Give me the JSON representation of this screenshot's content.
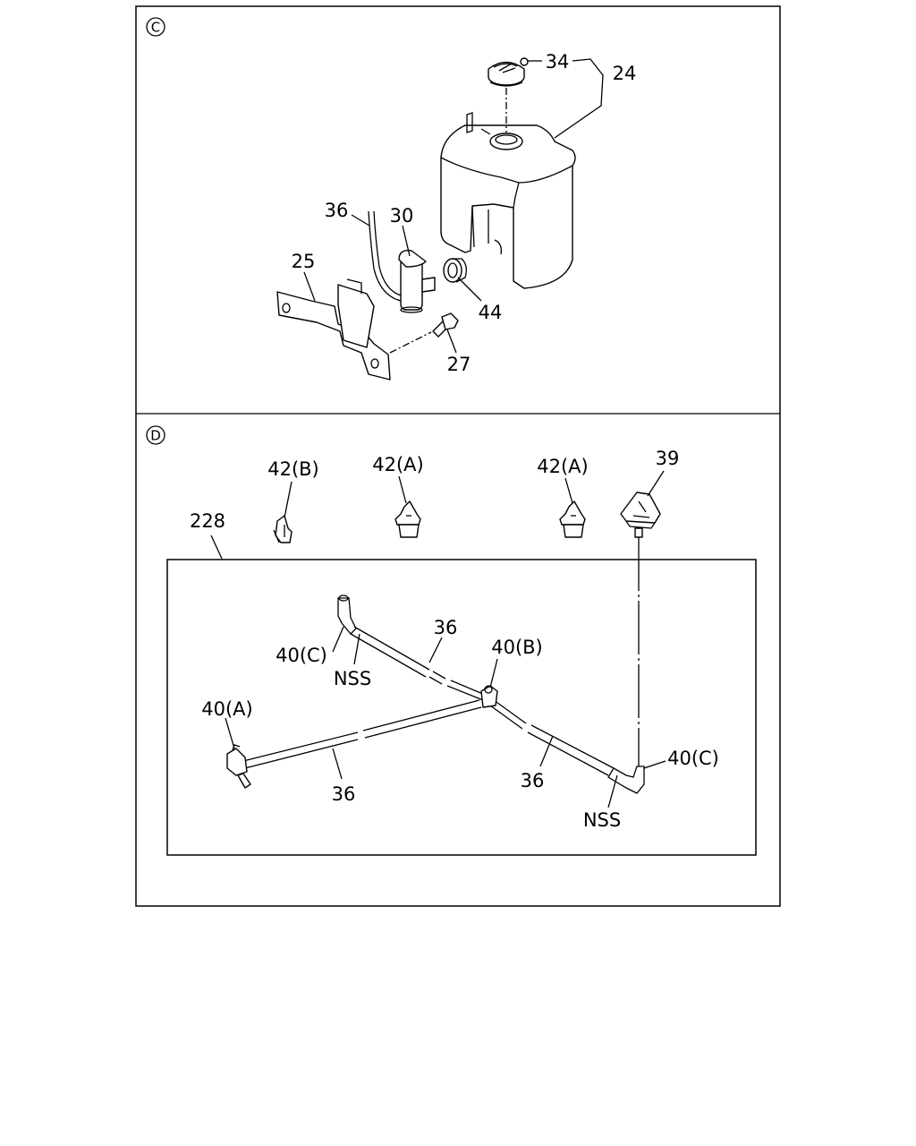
{
  "sections": {
    "c": {
      "marker": "C"
    },
    "d": {
      "marker": "D",
      "box_label": "228"
    }
  },
  "labels": {
    "l34": "34",
    "l24": "24",
    "l36_top": "36",
    "l30": "30",
    "l25": "25",
    "l44": "44",
    "l27": "27",
    "l42b": "42(B)",
    "l42a_1": "42(A)",
    "l42a_2": "42(A)",
    "l39": "39",
    "l36_mid": "36",
    "l40c_left": "40(C)",
    "lnss_left": "NSS",
    "l40b": "40(B)",
    "l40a": "40(A)",
    "l36_bottom_left": "36",
    "l36_bottom_right": "36",
    "l40c_right": "40(C)",
    "lnss_right": "NSS"
  }
}
